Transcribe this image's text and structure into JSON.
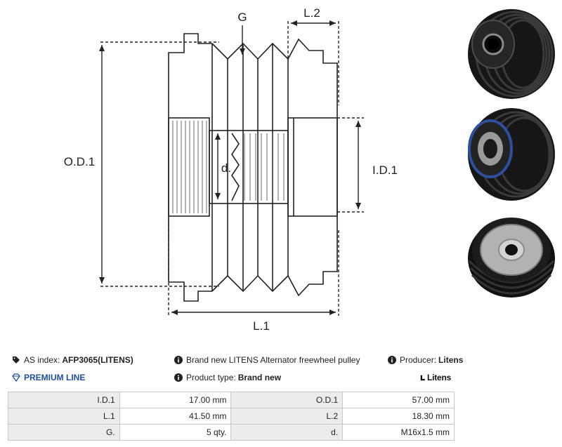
{
  "diagram": {
    "labels": {
      "g": "G",
      "l2": "L.2",
      "od1": "O.D.1",
      "id1": "I.D.1",
      "d": "d.",
      "l1": "L.1"
    }
  },
  "photos": [
    {
      "name": "pulley-front-view",
      "color": "#1b1b1b",
      "accent": "#5a5a5a"
    },
    {
      "name": "pulley-bearing-side-view",
      "color": "#1b1b1b",
      "accent": "#2d4f9e"
    },
    {
      "name": "pulley-steel-face-view",
      "color": "#1b1b1b",
      "accent": "#a8a8a8"
    }
  ],
  "info": {
    "as_index_label": "AS index:",
    "as_index_value": "AFP3065(LITENS)",
    "description": "Brand new LITENS Alternator freewheel pulley",
    "producer_label": "Producer:",
    "producer_value": "Litens",
    "premium_line": "PREMIUM LINE",
    "product_type_label": "Product type:",
    "product_type_value": "Brand new",
    "brand_logo": "Litens",
    "colors": {
      "premium": "#1f4fa3",
      "table_key_bg": "#ececec"
    }
  },
  "specs": [
    {
      "k1": "I.D.1",
      "v1": "17.00 mm",
      "k2": "O.D.1",
      "v2": "57.00 mm"
    },
    {
      "k1": "L.1",
      "v1": "41.50 mm",
      "k2": "L.2",
      "v2": "18.30 mm"
    },
    {
      "k1": "G.",
      "v1": "5 qty.",
      "k2": "d.",
      "v2": "M16x1.5 mm"
    }
  ]
}
